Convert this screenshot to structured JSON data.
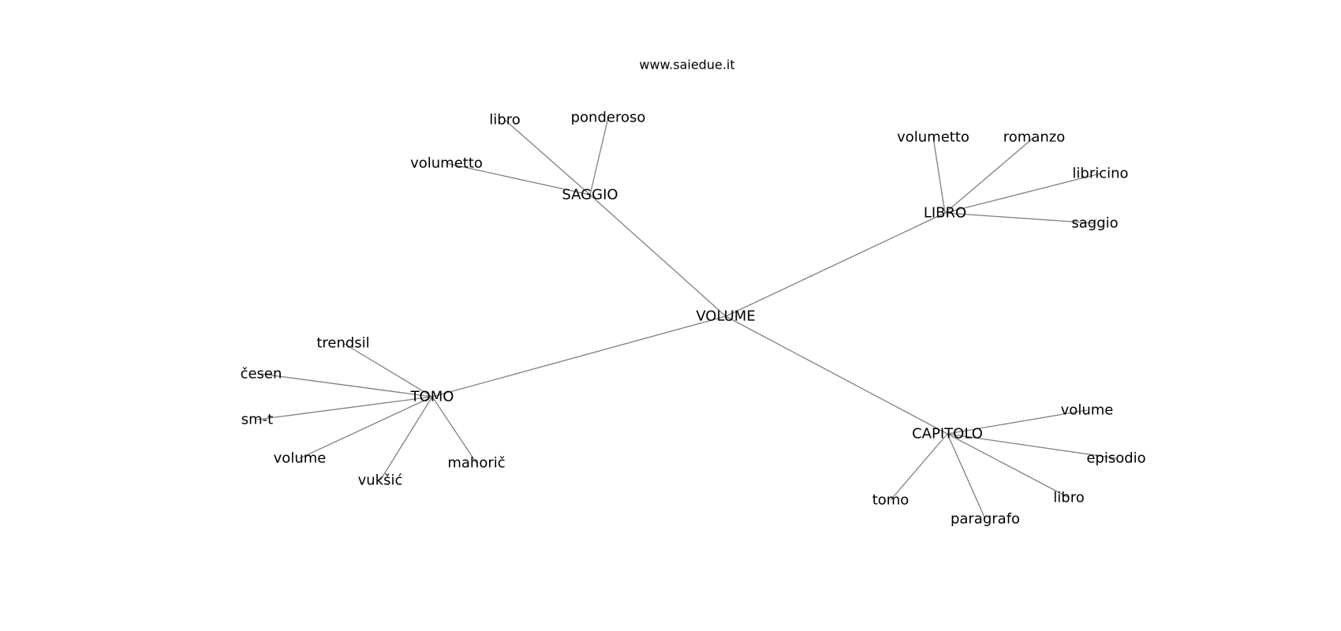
{
  "watermark": "www.saiedue.it",
  "graph": {
    "center": {
      "id": "volume-center",
      "label": "VOLUME"
    },
    "hubs": [
      {
        "id": "saggio",
        "label": "SAGGIO",
        "leaves": [
          {
            "id": "saggio-libro",
            "label": "libro"
          },
          {
            "id": "saggio-ponderoso",
            "label": "ponderoso"
          },
          {
            "id": "saggio-volumetto",
            "label": "volumetto"
          }
        ]
      },
      {
        "id": "libro",
        "label": "LIBRO",
        "leaves": [
          {
            "id": "libro-volumetto",
            "label": "volumetto"
          },
          {
            "id": "libro-romanzo",
            "label": "romanzo"
          },
          {
            "id": "libro-libricino",
            "label": "libricino"
          },
          {
            "id": "libro-saggio",
            "label": "saggio"
          }
        ]
      },
      {
        "id": "tomo",
        "label": "TOMO",
        "leaves": [
          {
            "id": "tomo-trendsil",
            "label": "trendsil"
          },
          {
            "id": "tomo-cesen",
            "label": "česen"
          },
          {
            "id": "tomo-sm-t",
            "label": "sm-t"
          },
          {
            "id": "tomo-volume",
            "label": "volume"
          },
          {
            "id": "tomo-vuksic",
            "label": "vukšić"
          },
          {
            "id": "tomo-mahoric",
            "label": "mahorič"
          }
        ]
      },
      {
        "id": "capitolo",
        "label": "CAPITOLO",
        "leaves": [
          {
            "id": "capitolo-volume",
            "label": "volume"
          },
          {
            "id": "capitolo-episodio",
            "label": "episodio"
          },
          {
            "id": "capitolo-libro",
            "label": "libro"
          },
          {
            "id": "capitolo-paragrafo",
            "label": "paragrafo"
          },
          {
            "id": "capitolo-tomo",
            "label": "tomo"
          }
        ]
      }
    ]
  }
}
